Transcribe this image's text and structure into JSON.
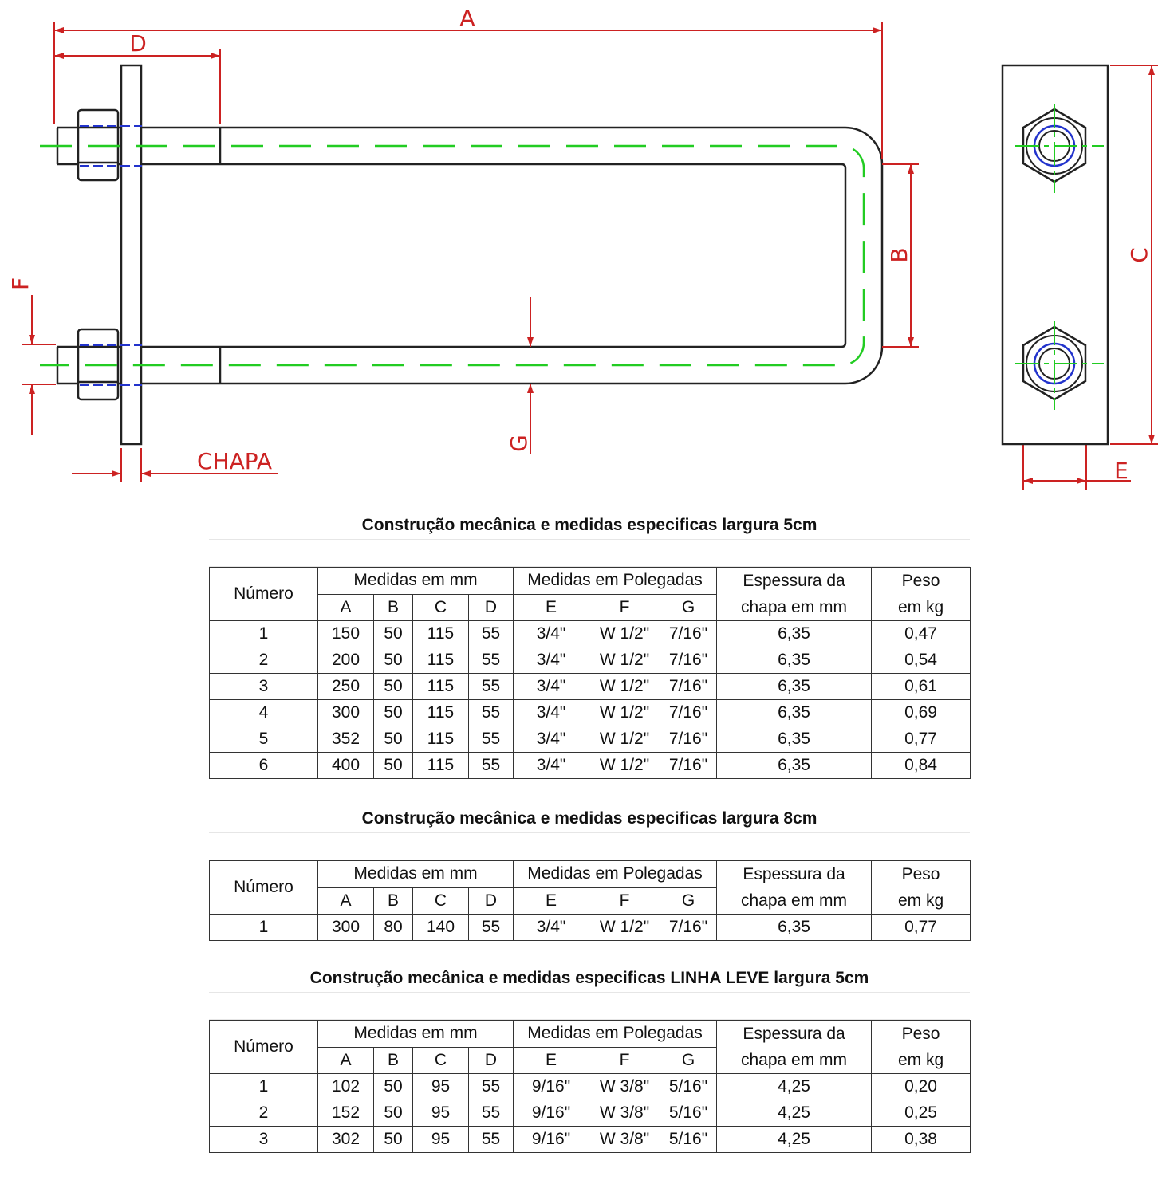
{
  "drawing": {
    "labels": {
      "A": "A",
      "B": "B",
      "C": "C",
      "D": "D",
      "E": "E",
      "F": "F",
      "G": "G",
      "chapa": "CHAPA"
    },
    "colors": {
      "dimension": "#cc2222",
      "centerline": "#22cc22",
      "thread": "#2233cc",
      "outline": "#222222"
    }
  },
  "tables": [
    {
      "title": "Construção mecânica e medidas  especificas largura 5cm",
      "header": {
        "numero": "Número",
        "mm_group": "Medidas em mm",
        "pol_group": "Medidas em Polegadas",
        "espessura": "Espessura da chapa em mm",
        "peso": "Peso em kg",
        "cols": [
          "A",
          "B",
          "C",
          "D",
          "E",
          "F",
          "G"
        ]
      },
      "rows": [
        [
          "1",
          "150",
          "50",
          "115",
          "55",
          "3/4\"",
          "W 1/2\"",
          "7/16\"",
          "6,35",
          "0,47"
        ],
        [
          "2",
          "200",
          "50",
          "115",
          "55",
          "3/4\"",
          "W 1/2\"",
          "7/16\"",
          "6,35",
          "0,54"
        ],
        [
          "3",
          "250",
          "50",
          "115",
          "55",
          "3/4\"",
          "W 1/2\"",
          "7/16\"",
          "6,35",
          "0,61"
        ],
        [
          "4",
          "300",
          "50",
          "115",
          "55",
          "3/4\"",
          "W 1/2\"",
          "7/16\"",
          "6,35",
          "0,69"
        ],
        [
          "5",
          "352",
          "50",
          "115",
          "55",
          "3/4\"",
          "W 1/2\"",
          "7/16\"",
          "6,35",
          "0,77"
        ],
        [
          "6",
          "400",
          "50",
          "115",
          "55",
          "3/4\"",
          "W 1/2\"",
          "7/16\"",
          "6,35",
          "0,84"
        ]
      ]
    },
    {
      "title": "Construção mecânica e medidas  especificas largura 8cm",
      "header": {
        "numero": "Número",
        "mm_group": "Medidas em mm",
        "pol_group": "Medidas em Polegadas",
        "espessura": "Espessura da chapa em mm",
        "peso": "Peso em kg",
        "cols": [
          "A",
          "B",
          "C",
          "D",
          "E",
          "F",
          "G"
        ]
      },
      "rows": [
        [
          "1",
          "300",
          "80",
          "140",
          "55",
          "3/4\"",
          "W 1/2\"",
          "7/16\"",
          "6,35",
          "0,77"
        ]
      ]
    },
    {
      "title": "Construção mecânica e medidas  especificas LINHA LEVE largura 5cm",
      "header": {
        "numero": "Número",
        "mm_group": "Medidas em mm",
        "pol_group": "Medidas em Polegadas",
        "espessura": "Espessura da chapa em mm",
        "peso": "Peso em kg",
        "cols": [
          "A",
          "B",
          "C",
          "D",
          "E",
          "F",
          "G"
        ]
      },
      "rows": [
        [
          "1",
          "102",
          "50",
          "95",
          "55",
          "9/16\"",
          "W 3/8\"",
          "5/16\"",
          "4,25",
          "0,20"
        ],
        [
          "2",
          "152",
          "50",
          "95",
          "55",
          "9/16\"",
          "W 3/8\"",
          "5/16\"",
          "4,25",
          "0,25"
        ],
        [
          "3",
          "302",
          "50",
          "95",
          "55",
          "9/16\"",
          "W 3/8\"",
          "5/16\"",
          "4,25",
          "0,38"
        ]
      ]
    }
  ]
}
